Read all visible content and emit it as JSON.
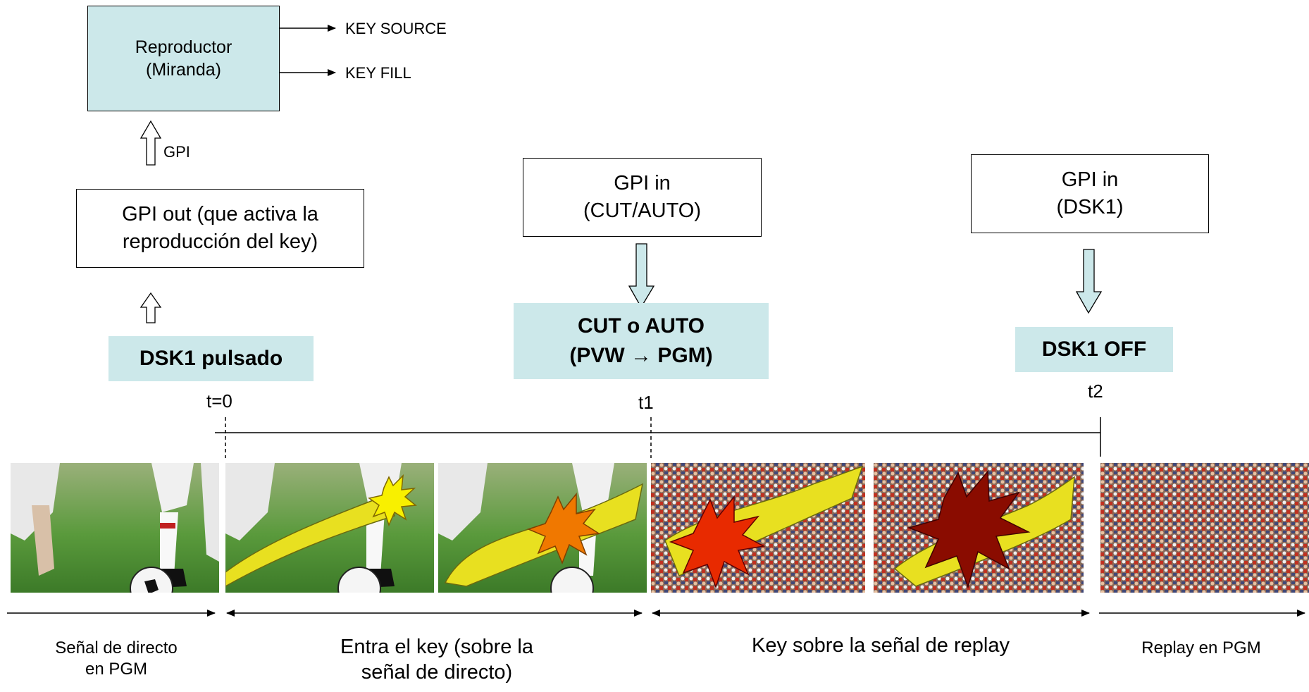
{
  "player": {
    "line1": "Reproductor",
    "line2": "(Miranda)"
  },
  "outputs": {
    "key_source": "KEY SOURCE",
    "key_fill": "KEY FILL"
  },
  "gpi_label": "GPI",
  "gpi_out": {
    "line1": "GPI out (que activa la",
    "line2": "reproducción del key)"
  },
  "gpi_in_cut": {
    "line1": "GPI in",
    "line2": "(CUT/AUTO)"
  },
  "gpi_in_dsk": {
    "line1": "GPI in",
    "line2": "(DSK1)"
  },
  "actions": {
    "dsk1_pressed": "DSK1 pulsado",
    "cut_line1": "CUT o AUTO",
    "cut_line2": "(PVW → PGM)",
    "dsk1_off": "DSK1 OFF"
  },
  "times": {
    "t0": "t=0",
    "t1": "t1",
    "t2": "t2"
  },
  "phases": {
    "p1_line1": "Señal de directo",
    "p1_line2": "en PGM",
    "p2_line1": "Entra el key (sobre la",
    "p2_line2": "señal de directo)",
    "p3": "Key sobre la señal de replay",
    "p4": "Replay en PGM"
  },
  "frames": [
    {
      "scene": "soccer-pitch",
      "overlay": "none"
    },
    {
      "scene": "soccer-pitch",
      "overlay": "yellow-ribbon-star"
    },
    {
      "scene": "soccer-pitch",
      "overlay": "yellow-ribbon-orange-star"
    },
    {
      "scene": "stadium-crowd",
      "overlay": "yellow-ribbon-red-star"
    },
    {
      "scene": "stadium-crowd",
      "overlay": "yellow-ribbon-darkred-star"
    },
    {
      "scene": "stadium-crowd",
      "overlay": "none"
    }
  ],
  "colors": {
    "teal_box": "#cce8ea",
    "ribbon": "#e8e020",
    "star_yellow": "#f8f000",
    "star_orange": "#f07800",
    "star_red": "#e82a00",
    "star_darkred": "#8a0c00"
  }
}
